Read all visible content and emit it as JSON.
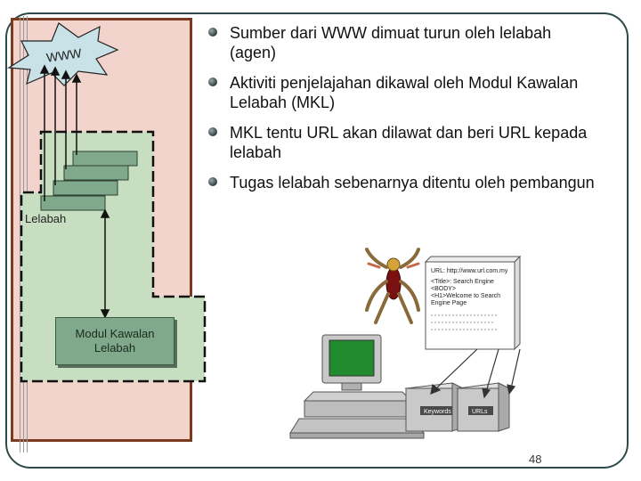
{
  "bullets": [
    {
      "text": "Sumber dari WWW dimuat turun oleh lelabah\n(agen)"
    },
    {
      "text": "Aktiviti penjelajahan dikawal oleh Modul Kawalan\nLelabah (MKL)"
    },
    {
      "text": "MKL tentu URL akan dilawat dan beri URL kepada\nlelabah"
    },
    {
      "text": "Tugas lelabah sebenarnya ditentu oleh pembangun"
    }
  ],
  "diagram": {
    "www_label": "WWW",
    "lelabah_label": "Lelabah",
    "modul_label": "Modul Kawalan\nLelabah"
  },
  "document_card": {
    "lines": [
      "URL: http://www.url.com.my",
      "<Title>: Search Engine",
      "<BODY>",
      "<H1>Welcome to Search",
      "Engine Page"
    ]
  },
  "servers": {
    "left_label": "Keywords",
    "right_label": "URLs"
  },
  "page_number": "48",
  "colors": {
    "pink_panel": "#f2d4cc",
    "green_region": "#c7dfc0",
    "box_fill": "#7fa98a",
    "monitor_screen": "#1f8a2e"
  }
}
